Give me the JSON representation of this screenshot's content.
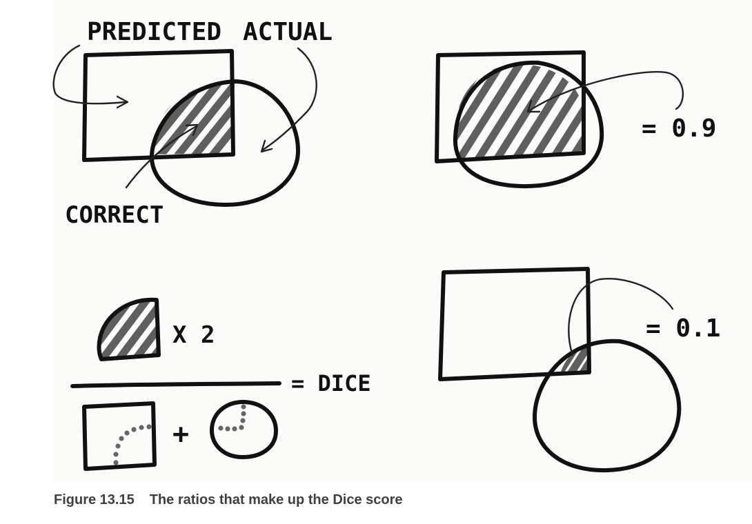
{
  "labels": {
    "predicted": "PREDICTED",
    "actual": "ACTUAL",
    "correct": "CORRECT",
    "times_two": "X 2",
    "equals_dice": "= DICE",
    "score_high": "= 0.9",
    "score_low": "= 0.1"
  },
  "caption": {
    "figure_number": "Figure 13.15",
    "text": "The ratios that make up the Dice score"
  },
  "colors": {
    "ink": "#111111",
    "hatch": "#5f5f5f",
    "panel_background": "#fbfbfa",
    "caption": "#3f3f3f"
  }
}
